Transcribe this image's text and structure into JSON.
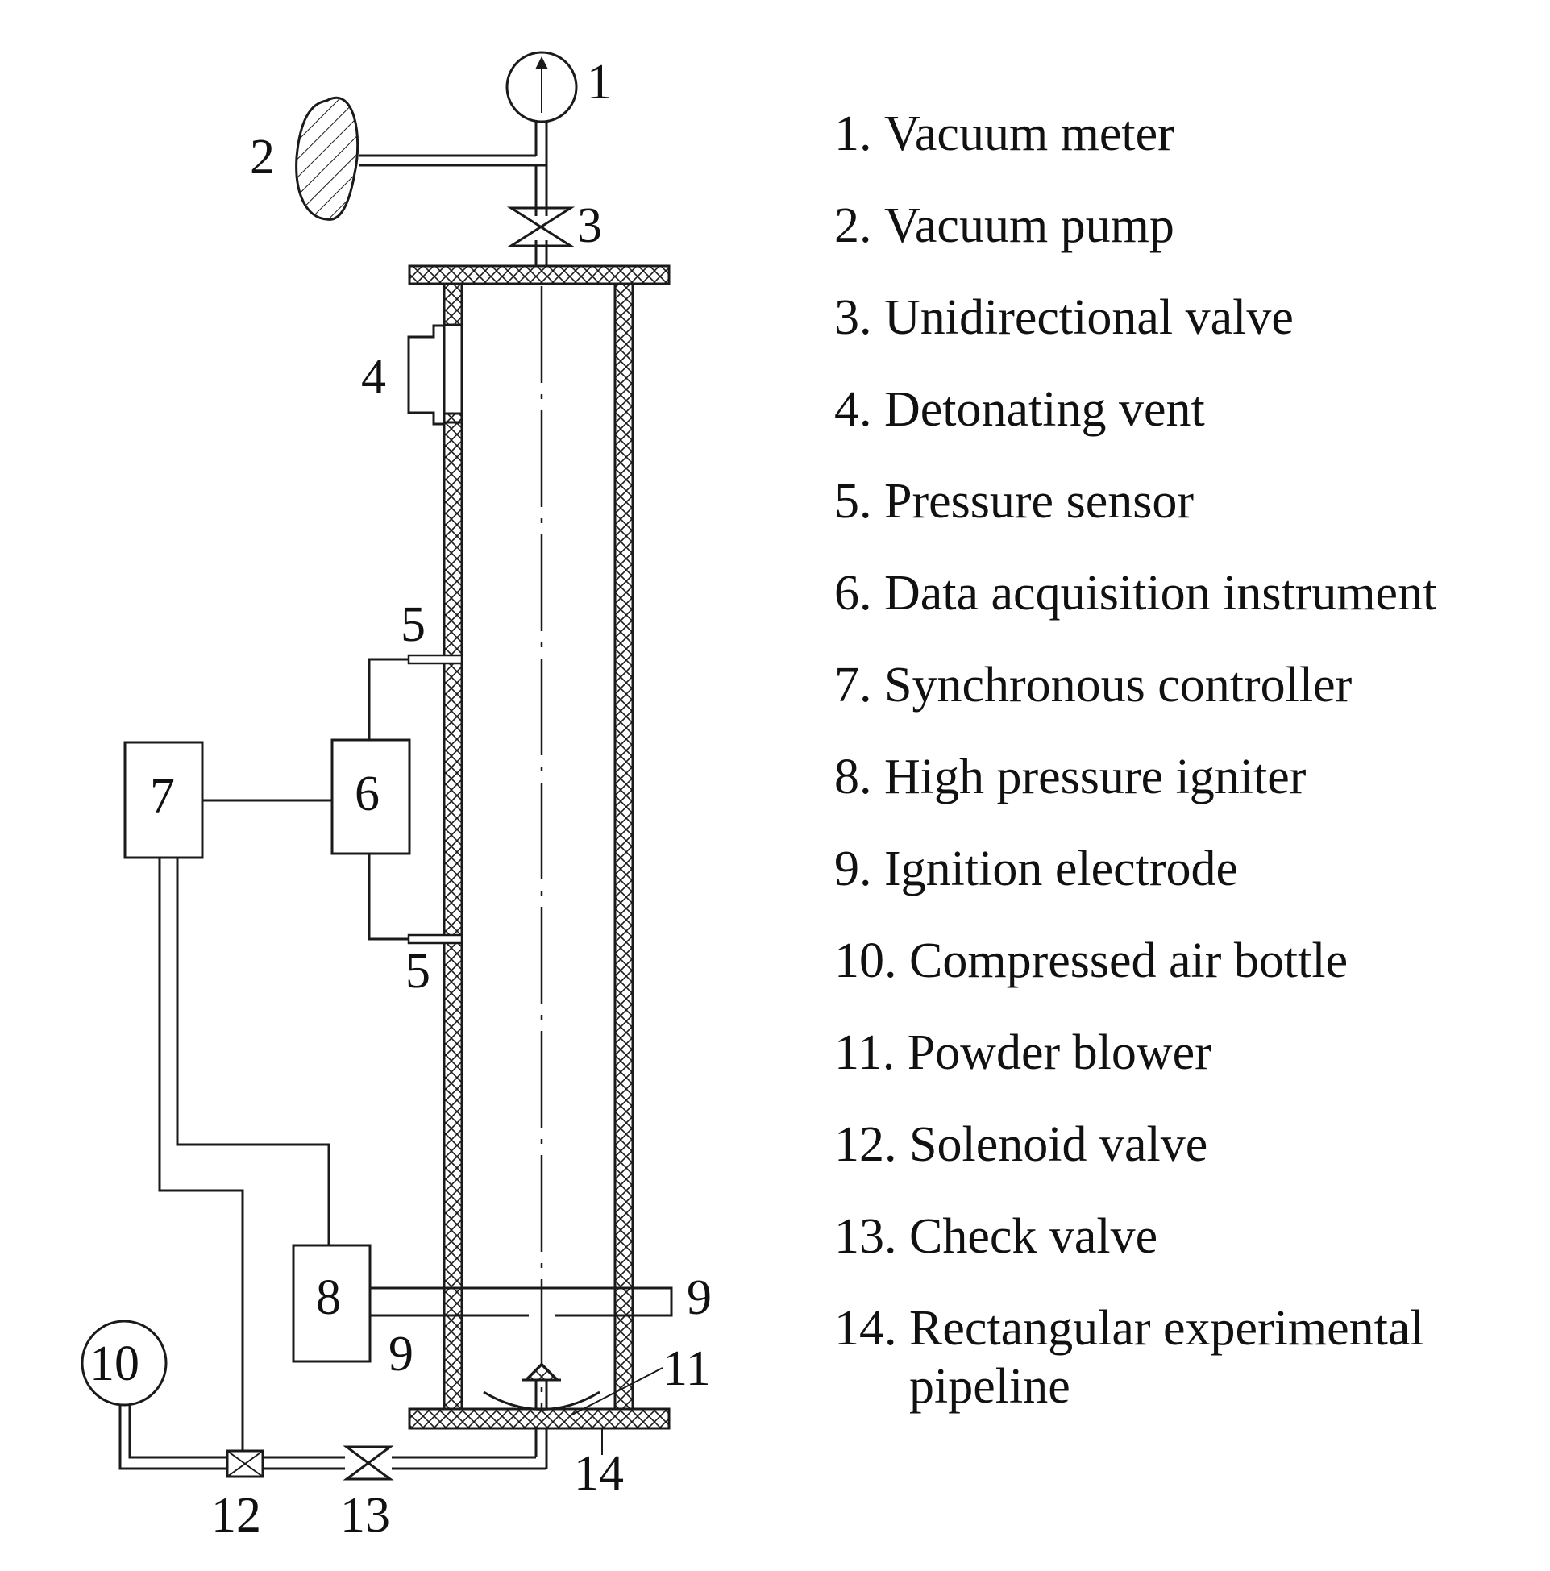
{
  "callouts": {
    "c1": "1",
    "c2": "2",
    "c3": "3",
    "c4": "4",
    "c5_top": "5",
    "c5_bottom": "5",
    "c6": "6",
    "c7": "7",
    "c8": "8",
    "c9_right": "9",
    "c9_left": "9",
    "c10": "10",
    "c11": "11",
    "c12": "12",
    "c13": "13",
    "c14": "14"
  },
  "legend": [
    {
      "num": "1. ",
      "label": "Vacuum meter"
    },
    {
      "num": "2. ",
      "label": "Vacuum pump"
    },
    {
      "num": "3. ",
      "label": "Unidirectional valve"
    },
    {
      "num": "4. ",
      "label": "Detonating vent"
    },
    {
      "num": "5. ",
      "label": "Pressure sensor"
    },
    {
      "num": "6. ",
      "label": "Data acquisition instrument"
    },
    {
      "num": "7. ",
      "label": "Synchronous controller"
    },
    {
      "num": "8. ",
      "label": "High pressure igniter"
    },
    {
      "num": "9. ",
      "label": "Ignition electrode"
    },
    {
      "num": "10. ",
      "label": "Compressed air bottle"
    },
    {
      "num": "11. ",
      "label": "Powder blower"
    },
    {
      "num": "12. ",
      "label": "Solenoid valve"
    },
    {
      "num": "13. ",
      "label": "Check valve"
    },
    {
      "num": "14. ",
      "label": "Rectangular experimental pipeline"
    }
  ]
}
